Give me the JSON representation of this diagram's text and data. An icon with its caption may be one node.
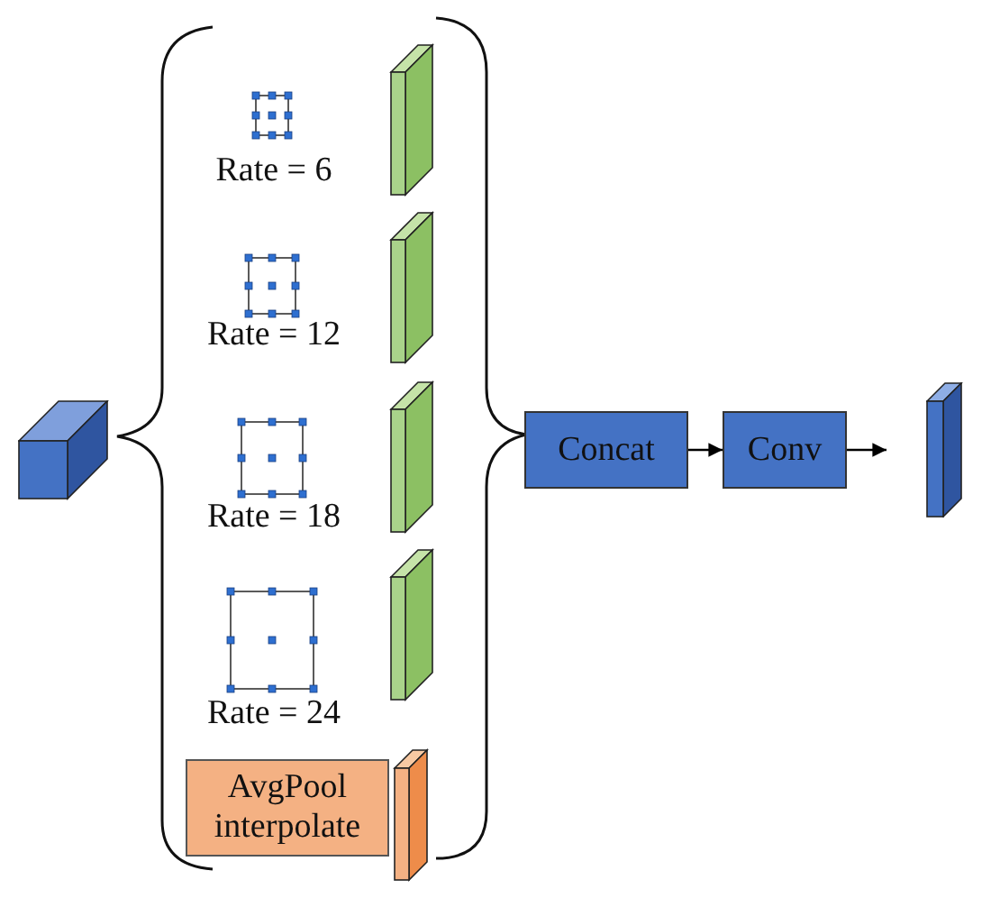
{
  "diagram": {
    "nodes": [
      {
        "text": [],
        "shape": "box"
      },
      {
        "text": [
          "AvgPool interpolate"
        ]
      },
      {
        "text": [
          "Concat"
        ]
      },
      {
        "text": [
          "Conv"
        ]
      },
      {
        "text": [],
        "shape": "box"
      }
    ],
    "edges": [
      {
        "from": 2,
        "to": 3,
        "arrow": "to"
      },
      {
        "from": 3,
        "to": 4,
        "arrow": "to"
      }
    ],
    "labels": [
      "Rate = 6",
      "Rate = 12",
      "Rate = 18",
      "Rate = 24"
    ]
  }
}
